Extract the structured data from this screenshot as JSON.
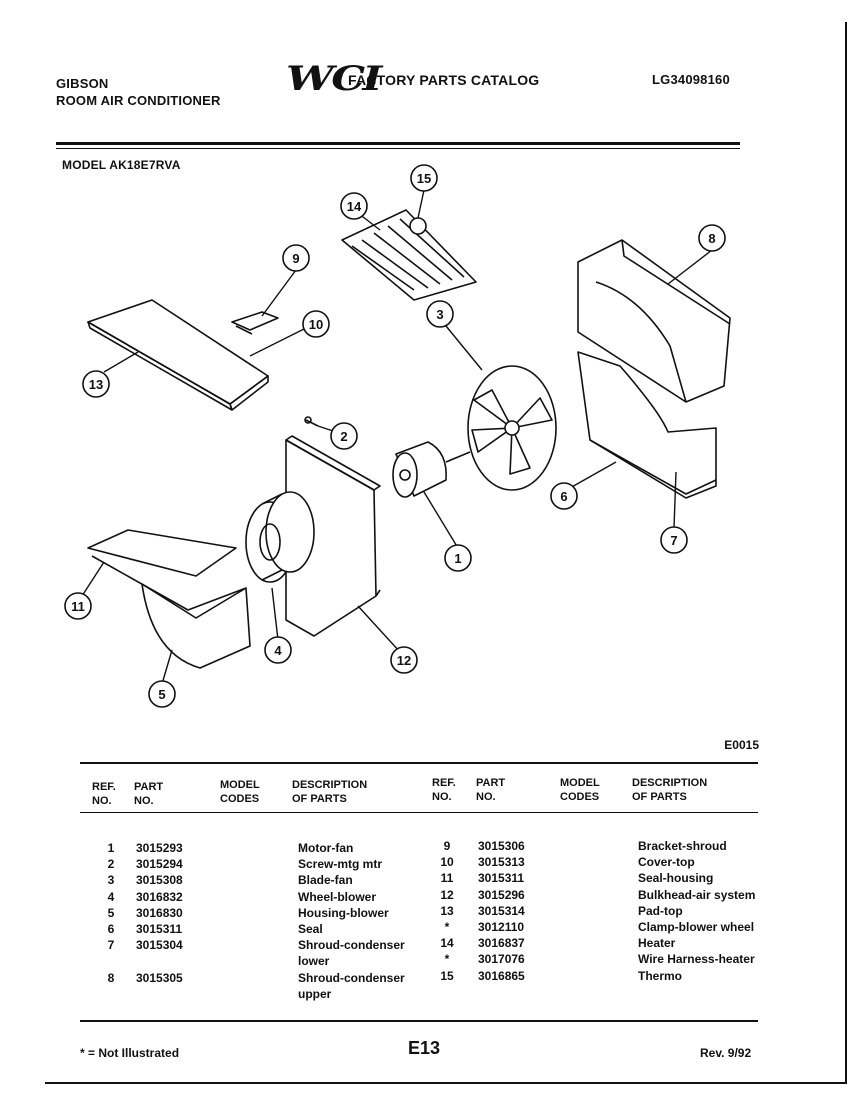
{
  "header": {
    "brand": "GIBSON",
    "product": "ROOM AIR CONDITIONER",
    "logo": "WCI",
    "catalog": "FACTORY PARTS CATALOG",
    "catalog_number": "LG34098160",
    "model": "MODEL AK18E7RVA"
  },
  "diagram": {
    "code": "E0015",
    "callouts": [
      "1",
      "2",
      "3",
      "4",
      "5",
      "6",
      "7",
      "8",
      "9",
      "10",
      "11",
      "12",
      "13",
      "14",
      "15"
    ]
  },
  "table": {
    "headers": {
      "ref": "REF.\nNO.",
      "part": "PART\nNO.",
      "model": "MODEL\nCODES",
      "desc": "DESCRIPTION\nOF PARTS"
    },
    "left": [
      {
        "ref": "1",
        "part": "3015293",
        "desc": "Motor-fan"
      },
      {
        "ref": "2",
        "part": "3015294",
        "desc": "Screw-mtg mtr"
      },
      {
        "ref": "3",
        "part": "3015308",
        "desc": "Blade-fan"
      },
      {
        "ref": "4",
        "part": "3016832",
        "desc": "Wheel-blower"
      },
      {
        "ref": "5",
        "part": "3016830",
        "desc": "Housing-blower"
      },
      {
        "ref": "6",
        "part": "3015311",
        "desc": "Seal"
      },
      {
        "ref": "7",
        "part": "3015304",
        "desc": "Shroud-condenser"
      },
      {
        "ref": "",
        "part": "",
        "desc": "lower"
      },
      {
        "ref": "8",
        "part": "3015305",
        "desc": "Shroud-condenser"
      },
      {
        "ref": "",
        "part": "",
        "desc": "upper"
      }
    ],
    "right": [
      {
        "ref": "9",
        "part": "3015306",
        "desc": "Bracket-shroud"
      },
      {
        "ref": "10",
        "part": "3015313",
        "desc": "Cover-top"
      },
      {
        "ref": "11",
        "part": "3015311",
        "desc": "Seal-housing"
      },
      {
        "ref": "12",
        "part": "3015296",
        "desc": "Bulkhead-air system"
      },
      {
        "ref": "13",
        "part": "3015314",
        "desc": "Pad-top"
      },
      {
        "ref": "*",
        "part": "3012110",
        "desc": "Clamp-blower wheel"
      },
      {
        "ref": "14",
        "part": "3016837",
        "desc": "Heater"
      },
      {
        "ref": "*",
        "part": "3017076",
        "desc": "Wire Harness-heater"
      },
      {
        "ref": "15",
        "part": "3016865",
        "desc": "Thermo"
      }
    ]
  },
  "footer": {
    "note": "* = Not Illustrated",
    "page": "E13",
    "revision": "Rev. 9/92"
  }
}
